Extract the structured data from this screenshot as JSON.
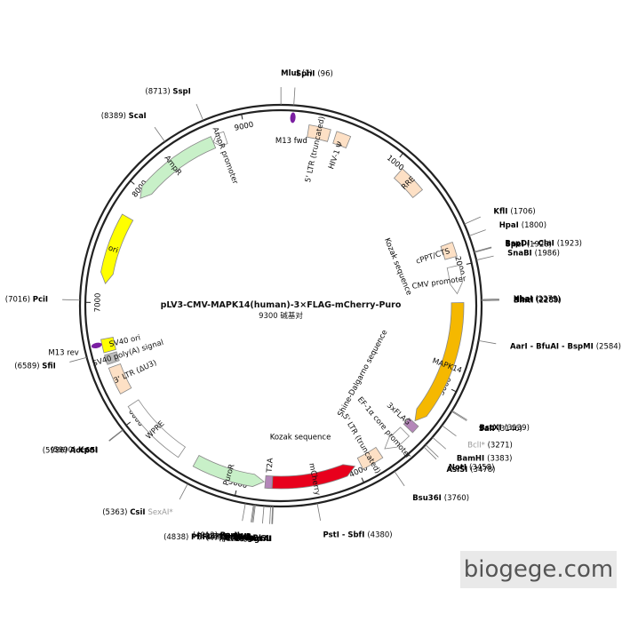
{
  "plasmid": {
    "name": "pLV3-CMV-MAPK14(human)-3×FLAG-mCherry-Puro",
    "size_label": "9300 碱基对",
    "length": 9300
  },
  "scale_ticks": [
    {
      "pos": 1000,
      "label": "1000"
    },
    {
      "pos": 2000,
      "label": "2000"
    },
    {
      "pos": 3000,
      "label": "3000"
    },
    {
      "pos": 4000,
      "label": "4000"
    },
    {
      "pos": 5000,
      "label": "5000"
    },
    {
      "pos": 6000,
      "label": "6000"
    },
    {
      "pos": 7000,
      "label": "7000"
    },
    {
      "pos": 8000,
      "label": "8000"
    },
    {
      "pos": 9000,
      "label": "9000"
    }
  ],
  "features": [
    {
      "name": "5' LTR (truncated)",
      "start": 230,
      "end": 410,
      "color": "#fde0c5",
      "shape": "box"
    },
    {
      "name": "HIV-1 Ψ",
      "start": 460,
      "end": 580,
      "color": "#fde0c5",
      "shape": "box"
    },
    {
      "name": "RRE",
      "start": 1075,
      "end": 1310,
      "color": "#fde0c5",
      "shape": "box"
    },
    {
      "name": "cPPT/CTS",
      "start": 1800,
      "end": 1920,
      "color": "#fde0c5",
      "shape": "box"
    },
    {
      "name": "CMV promoter",
      "start": 1995,
      "end": 2225,
      "color": "#ffffff",
      "shape": "arrow"
    },
    {
      "name": "MAPK14",
      "start": 2300,
      "end": 3375,
      "color": "#f5b800",
      "shape": "arrow"
    },
    {
      "name": "3xFLAG",
      "start": 3390,
      "end": 3460,
      "color": "#b486b9",
      "shape": "box"
    },
    {
      "name": "EF-1α core promoter",
      "start": 3500,
      "end": 3720,
      "color": "#ffffff",
      "shape": "arrow"
    },
    {
      "name": "5' LTR (truncated)",
      "start": 3775,
      "end": 3960,
      "color": "#fde0c5",
      "shape": "box"
    },
    {
      "name": "mCherry",
      "start": 4010,
      "end": 4720,
      "color": "#e8001c",
      "shape": "arrow-rev"
    },
    {
      "name": "T2A",
      "start": 4722,
      "end": 4780,
      "color": "#b486b9",
      "shape": "box"
    },
    {
      "name": "PuroR",
      "start": 4790,
      "end": 5390,
      "color": "#c8f0c8",
      "shape": "arrow-rev"
    },
    {
      "name": "WPRE",
      "start": 5530,
      "end": 6110,
      "color": "#ffffff",
      "shape": "box"
    },
    {
      "name": "3' LTR (ΔU3)",
      "start": 6230,
      "end": 6460,
      "color": "#fde0c5",
      "shape": "box"
    },
    {
      "name": "SV40 poly(A) signal",
      "start": 6490,
      "end": 6570,
      "color": "#bbbbbb",
      "shape": "box"
    },
    {
      "name": "SV40 ori",
      "start": 6590,
      "end": 6700,
      "color": "#ffff00",
      "shape": "box"
    },
    {
      "name": "ori",
      "start": 7160,
      "end": 7750,
      "color": "#ffff00",
      "shape": "arrow-rev"
    },
    {
      "name": "AmpR",
      "start": 7940,
      "end": 8720,
      "color": "#c8f0c8",
      "shape": "arrow-rev"
    },
    {
      "name": "AmpR promoter",
      "start": 8720,
      "end": 8830,
      "color": "#ffffff",
      "shape": "arrow-rev"
    }
  ],
  "primers": [
    {
      "name": "M13 fwd",
      "pos": 95,
      "color": "#7b1fa2"
    },
    {
      "name": "M13 rev",
      "pos": 6660,
      "color": "#7b1fa2"
    }
  ],
  "misc_labels": [
    {
      "text": "Kozak sequence"
    },
    {
      "text": "Shine-Dalgarno sequence"
    },
    {
      "text": "Kozak sequence"
    }
  ],
  "sites": [
    {
      "enzyme": "MluI",
      "pos": "(1)",
      "gray": ""
    },
    {
      "enzyme": "SphI",
      "pos": "(96)",
      "gray": ""
    },
    {
      "enzyme": "KflI",
      "pos": "(1706)",
      "gray": ""
    },
    {
      "enzyme": "HpaI",
      "pos": "(1800)",
      "gray": ""
    },
    {
      "enzyme": "BspDI - ClaI",
      "pos": "(1923)",
      "gray": ""
    },
    {
      "enzyme": "SpeI",
      "pos": "(1928)",
      "gray": ""
    },
    {
      "enzyme": "SnaBI",
      "pos": "(1986)",
      "gray": ""
    },
    {
      "enzyme": "XbaI",
      "pos": "(2279)",
      "gray": ""
    },
    {
      "enzyme": "NheI",
      "pos": "(2285)",
      "gray": ""
    },
    {
      "enzyme": "BmtI",
      "pos": "(2289)",
      "gray": ""
    },
    {
      "enzyme": "AarI - BfuAI - BspMI",
      "pos": "(2584)",
      "gray": ""
    },
    {
      "enzyme": "BstXI",
      "pos": "(3139)",
      "gray": ""
    },
    {
      "enzyme": "SalI",
      "pos": "(3146)",
      "gray": ""
    },
    {
      "enzyme": "",
      "pos": "(3271)",
      "gray": "BclI*"
    },
    {
      "enzyme": "BamHI",
      "pos": "(3383)",
      "gray": ""
    },
    {
      "enzyme": "NotI",
      "pos": "(3458)",
      "gray": ""
    },
    {
      "enzyme": "AsiSI",
      "pos": "(3478)",
      "gray": ""
    },
    {
      "enzyme": "Bsu36I",
      "pos": "(3760)",
      "gray": ""
    },
    {
      "enzyme": "PstI - SbfI",
      "pos": "(4380)",
      "gray": ""
    },
    {
      "enzyme": "SgrAI",
      "pos": "(4706)",
      "gray": ""
    },
    {
      "enzyme": "XcmI",
      "pos": "(4711)",
      "gray": ""
    },
    {
      "enzyme": "BsrGI",
      "pos": "(4725)",
      "gray": ""
    },
    {
      "enzyme": "BmgBI",
      "pos": "(4774)",
      "gray": ""
    },
    {
      "enzyme": "PflFI - Tth111I",
      "pos": "(4838)",
      "gray": ""
    },
    {
      "enzyme": "PasI",
      "pos": "(4845)",
      "gray": ""
    },
    {
      "enzyme": "BsiWI",
      "pos": "(4852)",
      "gray": ""
    },
    {
      "enzyme": "RsrII",
      "pos": "(4912)",
      "gray": ""
    },
    {
      "enzyme": "CsiI",
      "pos": "(5363)",
      "gray": "SexAI*"
    },
    {
      "enzyme": "Acc65I",
      "pos": "(5986)",
      "gray": ""
    },
    {
      "enzyme": "KpnI",
      "pos": "(5990)",
      "gray": ""
    },
    {
      "enzyme": "SfiI",
      "pos": "(6589)",
      "gray": ""
    },
    {
      "enzyme": "PciI",
      "pos": "(7016)",
      "gray": ""
    },
    {
      "enzyme": "ScaI",
      "pos": "(8389)",
      "gray": ""
    },
    {
      "enzyme": "SspI",
      "pos": "(8713)",
      "gray": ""
    }
  ],
  "watermark": "biogege.com"
}
